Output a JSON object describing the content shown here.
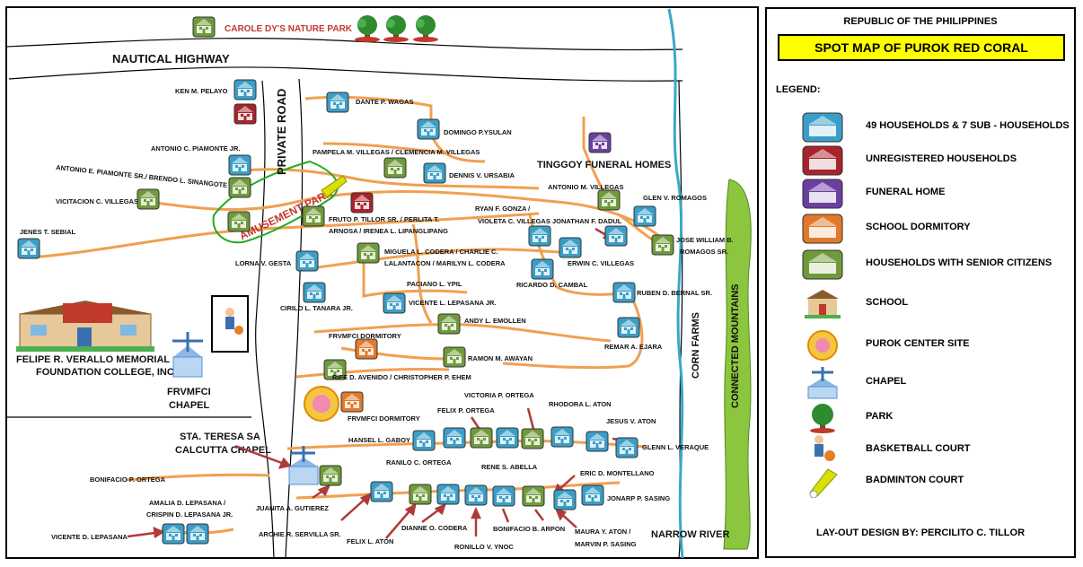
{
  "map": {
    "park_name": "CAROLE DY'S NATURE PARK",
    "highway": "NAUTICAL HIGHWAY",
    "private_road": "PRIVATE ROAD",
    "amusement_park": "AMUSEMENT PARK",
    "funeral_home": "TINGGOY FUNERAL HOMES",
    "corn_farms": "CORN FARMS",
    "mountains": "CONNECTED MOUNTAINS",
    "river": "NARROW RIVER",
    "college": [
      "FELIPE R. VERALLO MEMORIAL",
      "FOUNDATION COLLEGE, INC."
    ],
    "frvmfci_chapel": [
      "FRVMFCI",
      "CHAPEL"
    ],
    "sta_teresa_chapel": [
      "STA. TERESA SA",
      "CALCUTTA CHAPEL"
    ],
    "households": [
      "KEN M. PELAYO",
      "ANTONIO C. PIAMONTE JR.",
      "ANTONIO E. PIAMONTE SR./ BRENDO L. SINANGOTE",
      "VICITACION C. VILLEGAS",
      "JENES T. SEBIAL",
      "DANTE P. WAGAS",
      "DOMINGO P.YSULAN",
      "PAMPELA M. VILLEGAS / CLEMENCIA M. VILLEGAS",
      "DENNIS V. URSABIA",
      "FRUTO P. TILLOR SR. / PERLITA T.",
      "ARNOSA / IRENEA L. LIPANGLIPANG",
      "LORNA V. GESTA",
      "MIGUELA L. CODERA / CHARLIE C.",
      "LALANTACON / MARILYN L. CODERA",
      "PACIANO L. YPIL",
      "CIRILO L. TANARA JR.",
      "VICENTE L. LEPASANA JR.",
      "ANDY L. EMOLLEN",
      "FRVMFCI DORMITORY",
      "RAMON M. AWAYAN",
      "RIFE D. AVENIDO / CHRISTOPHER P. EHEM",
      "RYAN F. GONZA /",
      "VIOLETA C. VILLEGAS",
      "ANTONIO M. VILLEGAS",
      "GLEN V. ROMAGOS",
      "JONATHAN F. DADUL",
      "JOSE WILLIAM B.",
      "ROMAGOS SR.",
      "ERWIN C. VILLEGAS",
      "RICARDO D. CAMBAL",
      "RUBEN D. BERNAL SR.",
      "REMAR A. EJARA",
      "VICTORIA P. ORTEGA",
      "RHODORA L. ATON",
      "FELIX P. ORTEGA",
      "JESUS V. ATON",
      "HANSEL L. GABOY",
      "GLENN L. VERAQUE",
      "RANILO C. ORTEGA",
      "RENE S. ABELLA",
      "ERIC D. MONTELLANO",
      "JONARP P. SASING",
      "BONIFACIO P. ORTEGA",
      "JUANITA A. GUTIEREZ",
      "AMALIA D. LEPASANA /",
      "CRISPIN D. LEPASANA JR.",
      "VICENTE D. LEPASANA",
      "ARCHIE R. SERVILLA SR.",
      "FELIX L. ATON",
      "DIANNE O. CODERA",
      "RONILLO V. YNOC",
      "BONIFACIO B. ARPON",
      "MAURA Y. ATON /",
      "MARVIN P. SASING"
    ]
  },
  "legend": {
    "country": "REPUBLIC OF THE PHILIPPINES",
    "title": "SPOT MAP OF PUROK RED CORAL",
    "heading": "LEGEND:",
    "items": [
      {
        "label": "49 HOUSEHOLDS & 7 SUB - HOUSEHOLDS",
        "icon": "house-icon",
        "color": "#3a9ec7"
      },
      {
        "label": "UNREGISTERED HOUSEHOLDS",
        "icon": "house-icon",
        "color": "#a8232b"
      },
      {
        "label": "FUNERAL HOME",
        "icon": "house-icon",
        "color": "#6b3fa0"
      },
      {
        "label": "SCHOOL DORMITORY",
        "icon": "house-icon",
        "color": "#e0792a"
      },
      {
        "label": "HOUSEHOLDS WITH SENIOR CITIZENS",
        "icon": "house-icon",
        "color": "#6f9a3a"
      },
      {
        "label": "SCHOOL",
        "icon": "school-icon",
        "color": "#c0392b"
      },
      {
        "label": "PUROK CENTER SITE",
        "icon": "purok-center-icon",
        "color": "#f5c542"
      },
      {
        "label": "CHAPEL",
        "icon": "chapel-icon",
        "color": "#5b8fd6"
      },
      {
        "label": "PARK",
        "icon": "tree-icon",
        "color": "#2e8b2e"
      },
      {
        "label": "BASKETBALL COURT",
        "icon": "basketball-icon",
        "color": "#e67e22"
      },
      {
        "label": "BADMINTON COURT",
        "icon": "shuttlecock-icon",
        "color": "#c8d400"
      }
    ],
    "footer": "LAY-OUT DESIGN BY: PERCILITO C. TILLOR"
  }
}
